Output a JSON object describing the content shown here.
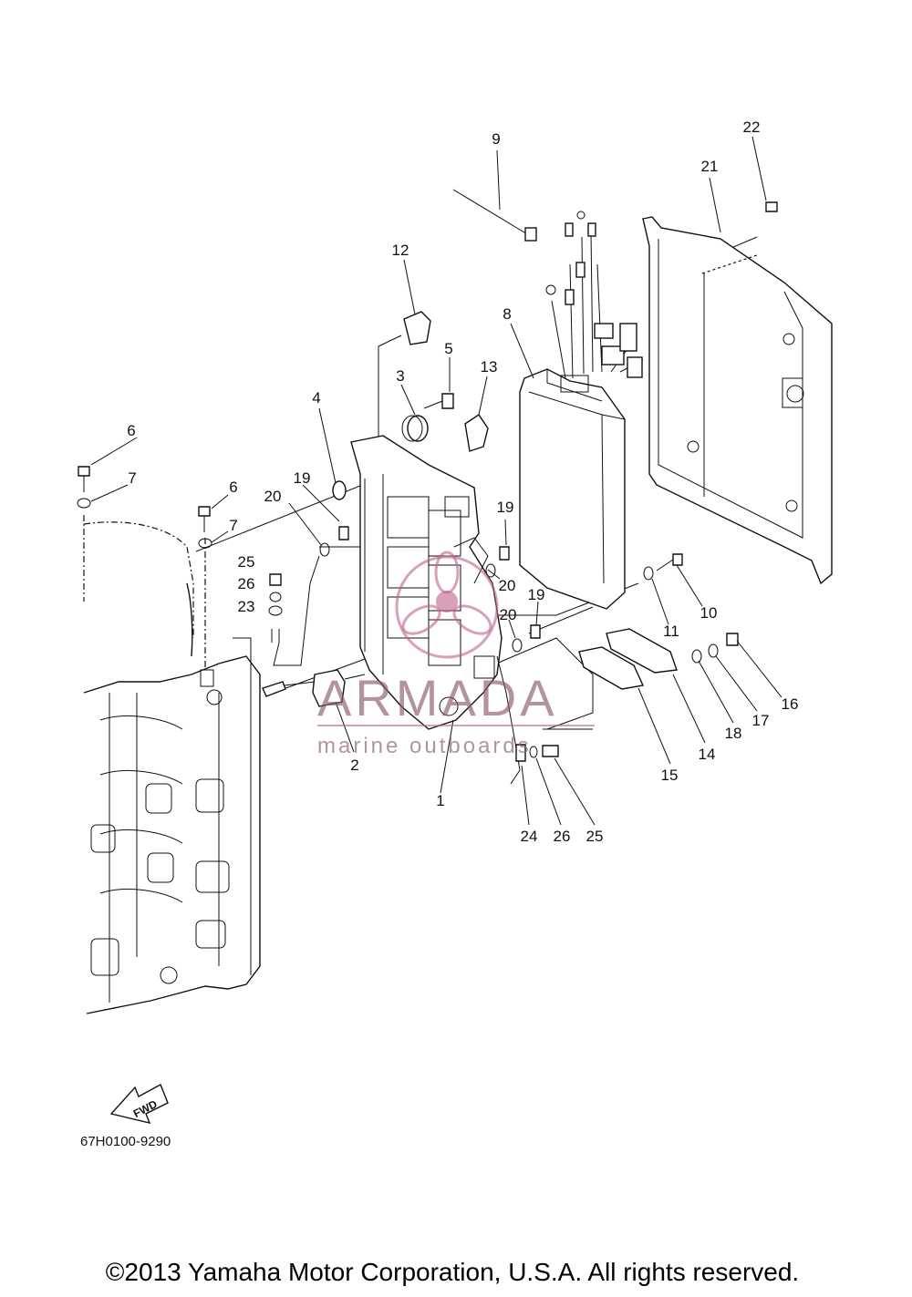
{
  "diagram": {
    "callouts": [
      "1",
      "2",
      "3",
      "4",
      "5",
      "6",
      "6",
      "7",
      "7",
      "8",
      "9",
      "10",
      "11",
      "12",
      "13",
      "14",
      "15",
      "16",
      "17",
      "18",
      "19",
      "19",
      "19",
      "20",
      "20",
      "20",
      "21",
      "22",
      "23",
      "24",
      "25",
      "25",
      "26",
      "26"
    ],
    "fwd_label": "FWD",
    "drawing_number": "67H0100-9290",
    "copyright": "©2013 Yamaha Motor Corporation, U.S.A. All rights reserved."
  },
  "watermark": {
    "brand": "ARMADA",
    "tagline": "marine outboards",
    "color": "#c0608a"
  }
}
